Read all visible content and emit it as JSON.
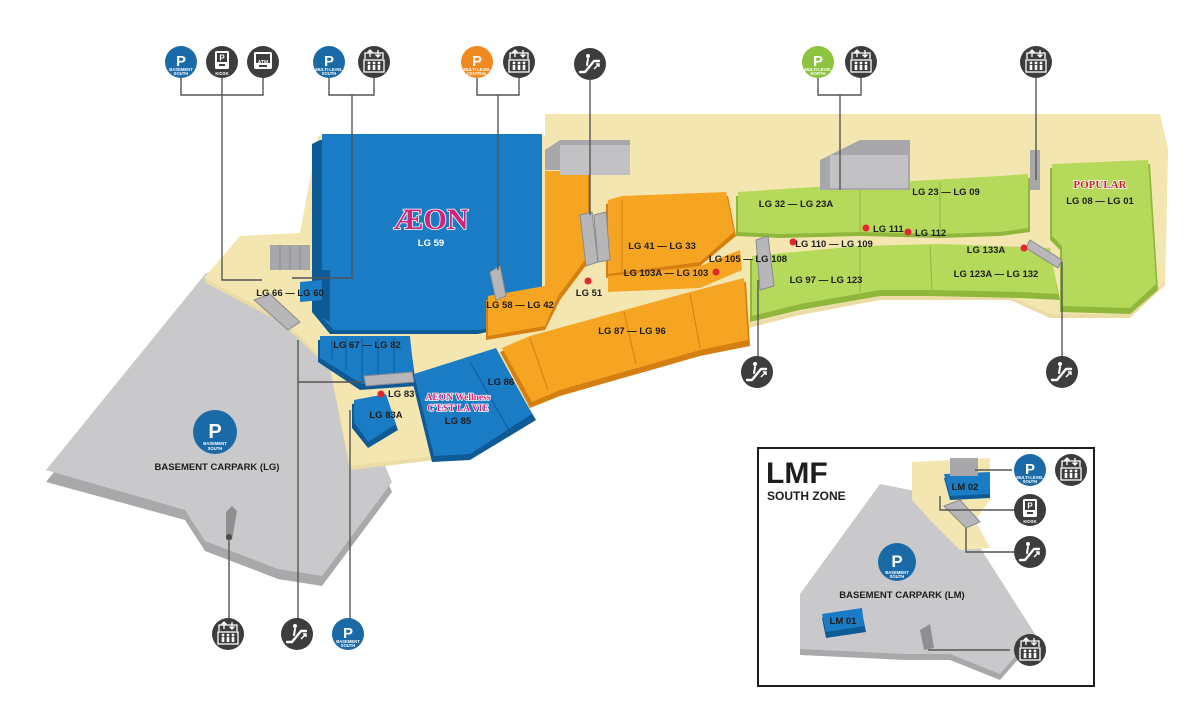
{
  "colors": {
    "aeon_blue": "#1b7cc6",
    "orange_zone": "#f6a523",
    "green_zone": "#b5d95a",
    "corridor": "#f4e6b0",
    "carpark": "#c9c9cb",
    "parking_south": "#1a6aa8",
    "parking_central": "#f18a1e",
    "parking_north": "#8cc43f",
    "icon_dark": "#3d3d3d",
    "marker_red": "#e3262f",
    "brand_magenta": "#d0237a"
  },
  "brands": {
    "aeon": "ÆON",
    "aeon_wellness": "AEON Wellness",
    "cest_la_vie": "C'EST LA VIE",
    "popular": "POPULAR"
  },
  "stores": {
    "lg59": "LG 59",
    "lg85": "LG 85",
    "lg86": "LG 86",
    "lg83": "LG 83",
    "lg83a": "LG 83A",
    "lg67_82": "LG 67 — LG 82",
    "lg66_60": "LG 66 — LG 60",
    "lg58_42": "LG 58 — LG 42",
    "lg51": "LG 51",
    "lg41_33": "LG 41 — LG 33",
    "lg103a_103": "LG 103A — LG 103",
    "lg87_96": "LG 87 — LG 96",
    "lg105_108": "LG 105 — LG 108",
    "lg32_23a": "LG 32 — LG 23A",
    "lg111": "LG 111",
    "lg110_109": "LG 110 — LG 109",
    "lg97_123": "LG 97 — LG 123",
    "lg23_09": "LG 23 — LG 09",
    "lg112": "LG 112",
    "lg133a": "LG 133A",
    "lg123a_132": "LG 123A — LG 132",
    "lg08_01": "LG 08 — LG 01"
  },
  "areas": {
    "basement_carpark_lg": "BASEMENT CARPARK (LG)",
    "basement_carpark_lm": "BASEMENT CARPARK (LM)"
  },
  "parking": {
    "p_letter": "P",
    "basement_south_l1": "BASEMENT",
    "basement_south_l2": "SOUTH",
    "mls_l1": "MULTI-LEVEL",
    "mls_l2": "SOUTH",
    "mlc_l1": "MULTI-LEVEL",
    "mlc_l2": "CENTRAL",
    "mln_l1": "MULTI-LEVEL",
    "mln_l2": "NORTH"
  },
  "services": {
    "kiosk": "KIOSK",
    "atm": "ATM"
  },
  "inset": {
    "title": "LMF",
    "subtitle": "SOUTH ZONE",
    "lm01": "LM 01",
    "lm02": "LM 02"
  }
}
